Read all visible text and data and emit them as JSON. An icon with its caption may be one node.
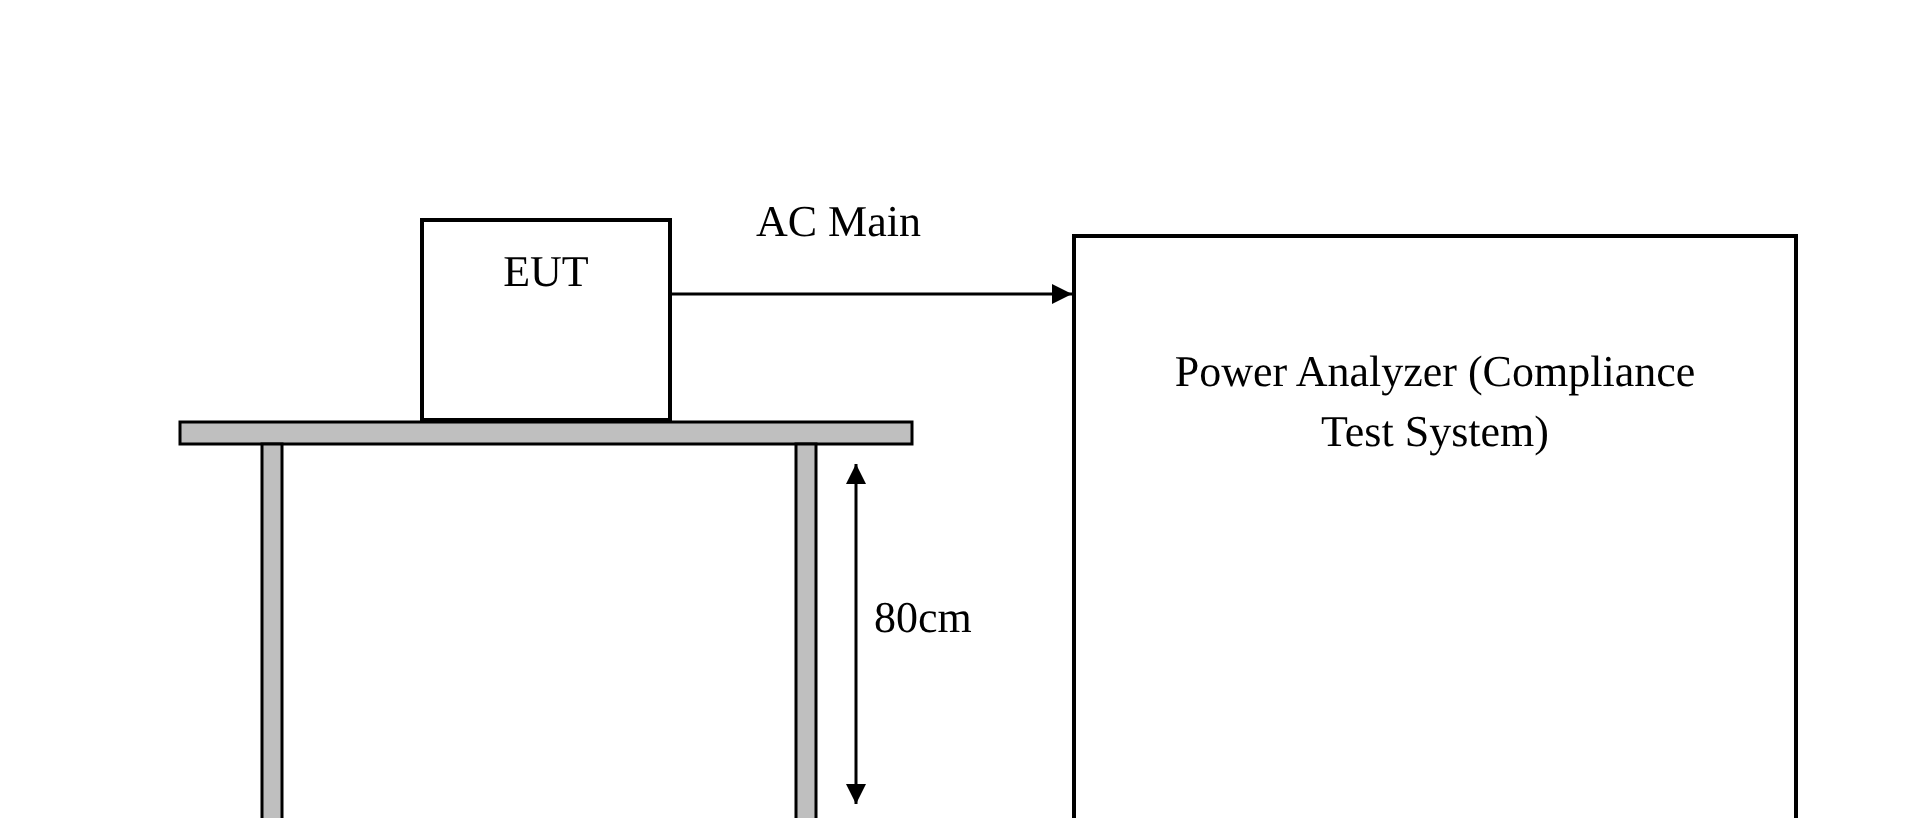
{
  "diagram": {
    "nodes": [
      {
        "text": [
          "EUT"
        ]
      },
      {
        "text": [
          "Power Analyzer (Compliance Test System)"
        ]
      }
    ],
    "edges": [
      {
        "from": 0,
        "to": 1,
        "arrow": "to",
        "label": "AC Main"
      }
    ],
    "labels": [
      "80cm"
    ]
  }
}
